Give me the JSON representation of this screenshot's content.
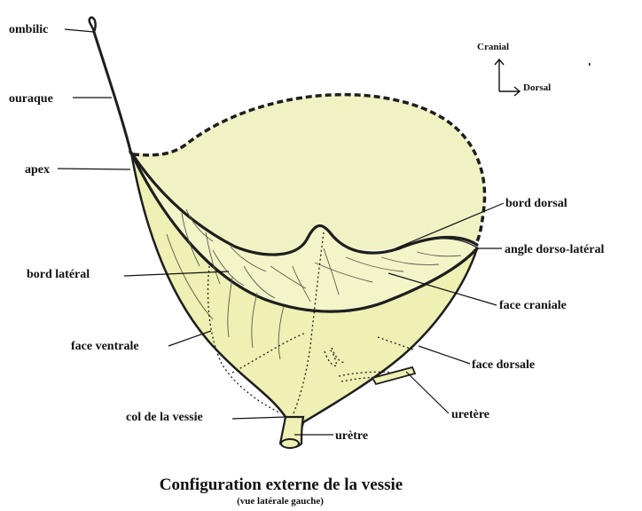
{
  "labels": {
    "ombilic": "ombilic",
    "ouraque": "ouraque",
    "apex": "apex",
    "bord_lateral": "bord latéral",
    "face_ventrale": "face ventrale",
    "col_vessie": "col de la vessie",
    "uretre": "urètre",
    "bord_dorsal": "bord dorsal",
    "angle_dorso_lateral": "angle dorso-latéral",
    "face_craniale": "face craniale",
    "face_dorsale": "face dorsale",
    "uretere": "uretère"
  },
  "orientation": {
    "cranial": "Cranial",
    "dorsal": "Dorsal"
  },
  "caption": {
    "title": "Configuration externe de la vessie",
    "subtitle": "(vue latérale gauche)"
  },
  "colors": {
    "organ_fill": "#eef0b4",
    "organ_fill_light": "#f1f2c4",
    "outline": "#1e1e1e"
  }
}
